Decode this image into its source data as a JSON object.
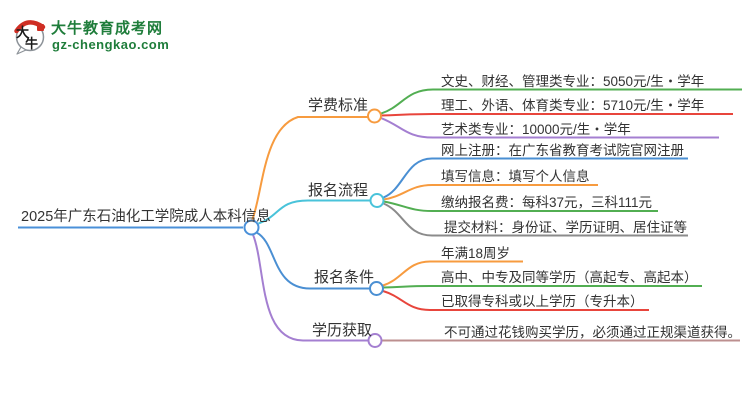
{
  "page": {
    "background_color": "#ffffff"
  },
  "logo": {
    "icon": "daniu-speech-bubble-icon",
    "icon_chars_top": "大",
    "icon_chars_bottom": "牛",
    "title": "大牛教育成考网",
    "subtitle": "gz-chengkao.com",
    "brand_color": "#1f7d3b",
    "seal_color": "#cf2e24"
  },
  "mindmap": {
    "root": {
      "label": "2025年广东石油化工学院成人本科信息",
      "color": "#4a90d9"
    },
    "branches": [
      {
        "label": "学费标准",
        "color": "#f79b3f",
        "children": [
          {
            "text": "文史、财经、管理类专业：5050元/生・学年",
            "color": "#52ae52"
          },
          {
            "text": "理工、外语、体育类专业：5710元/生・学年",
            "color": "#e8453c"
          },
          {
            "text": "艺术类专业：10000元/生・学年",
            "color": "#a47fd1"
          }
        ]
      },
      {
        "label": "报名流程",
        "color": "#49c3da",
        "children": [
          {
            "text": "网上注册：在广东省教育考试院官网注册",
            "color": "#4a8fd3"
          },
          {
            "text": "填写信息：填写个人信息",
            "color": "#f79b3f"
          },
          {
            "text": "缴纳报名费：每科37元，三科111元",
            "color": "#52ae52"
          },
          {
            "text": "提交材料：身份证、学历证明、居住证等",
            "color": "#8b8b8b"
          }
        ]
      },
      {
        "label": "报名条件",
        "color": "#4a8fd3",
        "children": [
          {
            "text": "年满18周岁",
            "color": "#f79b3f"
          },
          {
            "text": "高中、中专及同等学历（高起专、高起本）",
            "color": "#52ae52"
          },
          {
            "text": "已取得专科或以上学历（专升本）",
            "color": "#e8453c"
          }
        ]
      },
      {
        "label": "学历获取",
        "color": "#a47fd1",
        "children": [
          {
            "text": "不可通过花钱购买学历，必须通过正规渠道获得。",
            "color": "#bc8f8f"
          }
        ]
      }
    ]
  }
}
